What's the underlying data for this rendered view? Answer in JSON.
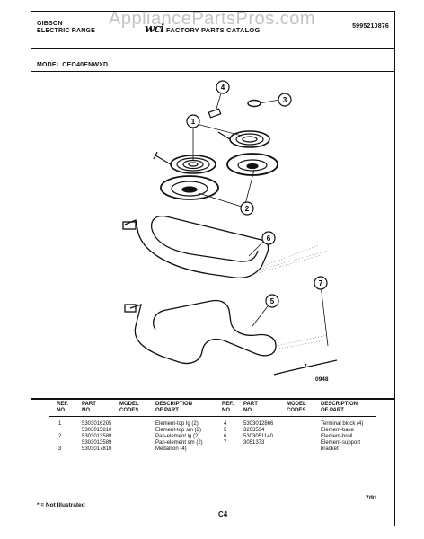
{
  "watermark": "AppliancePartsPros.com",
  "header": {
    "brand_line1": "GIBSON",
    "brand_line2": "ELECTRIC RANGE",
    "logo_text": "wci",
    "title": "FACTORY PARTS CATALOG",
    "catalog_number": "5995210876"
  },
  "model_label": "MODEL CEO40ENWXD",
  "figure_id": "0948",
  "callouts": [
    "1",
    "2",
    "3",
    "4",
    "5",
    "6",
    "7"
  ],
  "table": {
    "left_headers": [
      "REF.\nNO.",
      "PART\nNO.",
      "MODEL\nCODES",
      "DESCRIPTION\nOF PART"
    ],
    "right_headers": [
      "REF.\nNO.",
      "PART\nNO.",
      "MODEL\nCODES",
      "DESCRIPTION\nOF PART"
    ],
    "left_rows": [
      {
        "ref": "1",
        "part": "5303016205",
        "codes": "",
        "desc": "Element-top lg (2)"
      },
      {
        "ref": "",
        "part": "5303015810",
        "codes": "",
        "desc": "Element-top sm (2)"
      },
      {
        "ref": "2",
        "part": "5303013589",
        "codes": "",
        "desc": "Pan-element lg (2)"
      },
      {
        "ref": "",
        "part": "5303013589",
        "codes": "",
        "desc": "Pan-element sm (2)"
      },
      {
        "ref": "3",
        "part": "5303017810",
        "codes": "",
        "desc": "Medallion (4)"
      }
    ],
    "right_rows": [
      {
        "ref": "4",
        "part": "5303012866",
        "codes": "",
        "desc": "Terminal block (4)"
      },
      {
        "ref": "5",
        "part": "3203534",
        "codes": "",
        "desc": "Element-bake"
      },
      {
        "ref": "6",
        "part": "5303051140",
        "codes": "",
        "desc": "Element-broil"
      },
      {
        "ref": "7",
        "part": "3051373",
        "codes": "",
        "desc": "Element-support"
      },
      {
        "ref": "",
        "part": "",
        "codes": "",
        "desc": "bracket"
      }
    ]
  },
  "footer": {
    "note": "* = Not Illustrated",
    "page": "C4",
    "date": "7/91"
  }
}
